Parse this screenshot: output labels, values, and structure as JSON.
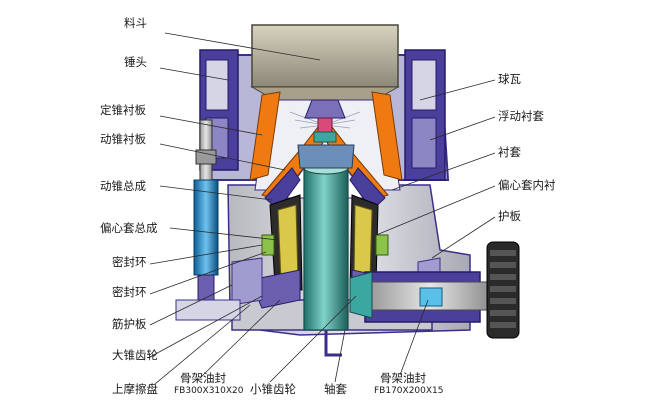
{
  "labels": {
    "hopper": "料斗",
    "hammer_head": "锤头",
    "fixed_cone_liner": "定锥衬板",
    "moving_cone_liner": "动锥衬板",
    "moving_cone_assembly": "动锥总成",
    "eccentric_sleeve_assembly": "偏心套总成",
    "seal_ring_1": "密封环",
    "seal_ring_2": "密封环",
    "rib_guard_plate": "筋护板",
    "large_bevel_gear": "大锥齿轮",
    "upper_friction_disc": "上摩擦盘",
    "skeleton_oil_seal_1": "骨架油封",
    "skeleton_oil_seal_1_spec": "FB300X310X20",
    "small_bevel_gear": "小锥齿轮",
    "shaft_sleeve": "轴套",
    "skeleton_oil_seal_2": "骨架油封",
    "skeleton_oil_seal_2_spec": "FB170X200X15",
    "ball_bearing": "球瓦",
    "floating_liner_sleeve": "浮动衬套",
    "liner_sleeve": "衬套",
    "eccentric_inner_liner": "偏心套内衬",
    "guard_plate": "护板"
  },
  "colors": {
    "body": "#3b2f8a",
    "body_light": "#b9b7d8",
    "steel": "#cfcfcf",
    "liner": "#f07a12",
    "shaft": "#3aa8a0",
    "accent_green": "#8bc34a",
    "cylinder": "#1a8fd0",
    "leader": "#2a2a2a"
  }
}
